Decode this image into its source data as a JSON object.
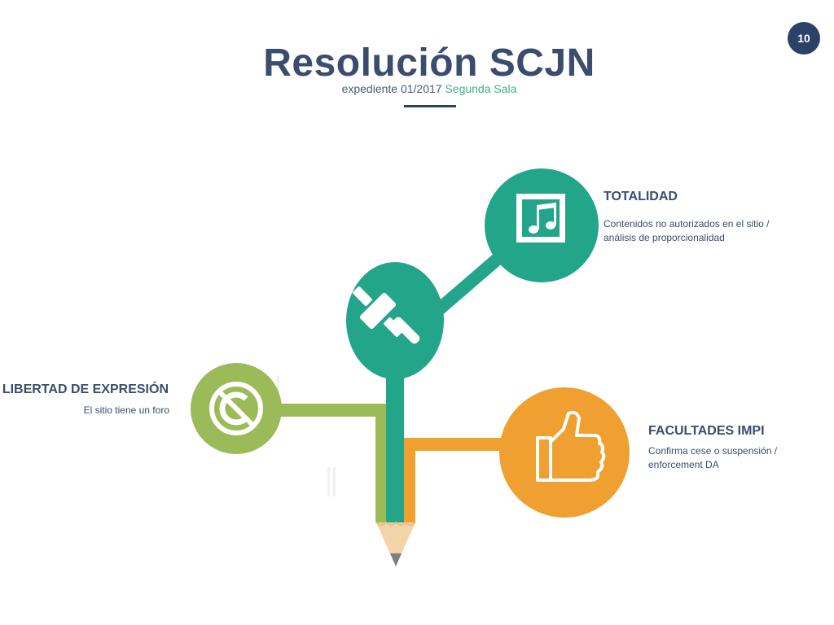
{
  "slide": {
    "page_number": "10",
    "title": "Resolución SCJN",
    "subtitle_prefix": "expediente 01/2017",
    "subtitle_accent": "Segunda Sala"
  },
  "nodes": {
    "libertad": {
      "title": "LIBERTAD DE EXPRESIÓN",
      "description": "El sitio tiene un foro",
      "icon": "no-copyright-icon",
      "color": "#9bbb59"
    },
    "gavel": {
      "icon": "gavel-icon",
      "color": "#23a58a"
    },
    "totalidad": {
      "title": "TOTALIDAD",
      "description": "Contenidos no autorizados en el sitio / análisis de proporcionalidad",
      "icon": "music-file-icon",
      "color": "#23a58a"
    },
    "impi": {
      "title": "FACULTADES IMPI",
      "description": "Confirma cese o suspensión / enforcement DA",
      "icon": "thumbs-up-icon",
      "color": "#f0a030"
    }
  },
  "colors": {
    "title": "#3a4d6c",
    "accent": "#3fae8d",
    "badge": "#2c4168",
    "pencil_tip": "#f3d3a8",
    "pencil_lead": "#7f7f7f"
  }
}
